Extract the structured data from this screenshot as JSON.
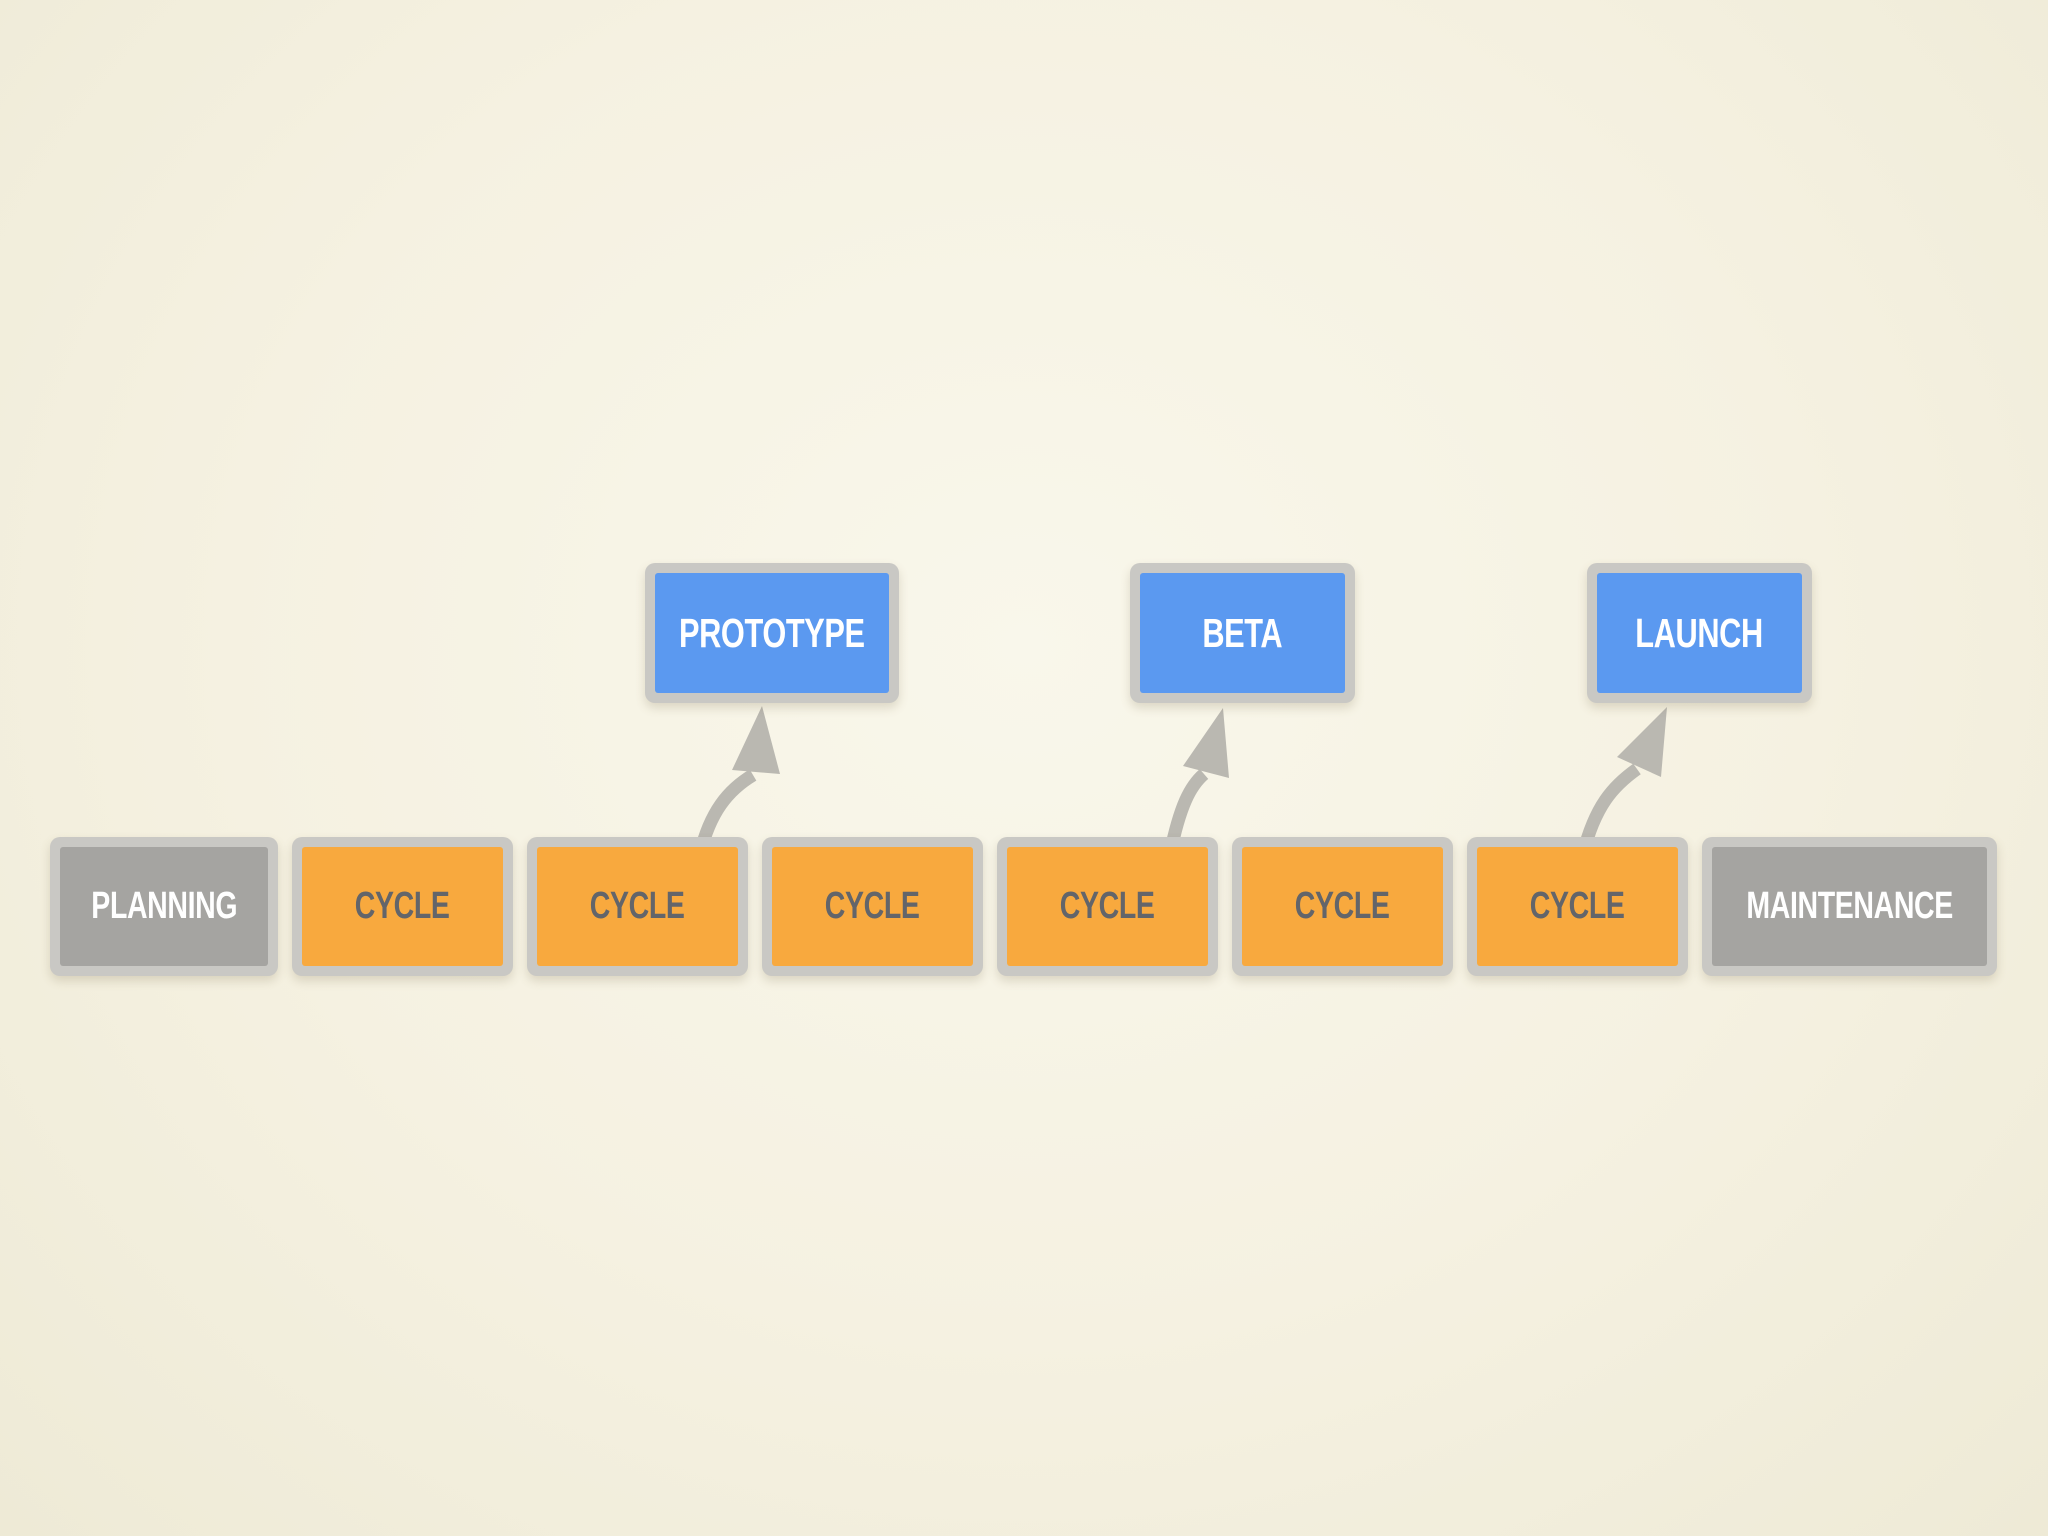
{
  "colors": {
    "bg_center": "#f9f7eb",
    "bg_mid": "#f5f1e1",
    "bg_edge": "#eeead6",
    "frame": "#c9c8c4",
    "milestone_fill": "#5b99f0",
    "cycle_fill": "#f8a93e",
    "phase_fill": "#a5a4a1",
    "arrow": "#bab8b1",
    "cycle_text": "#63656a",
    "light_text": "#ffffff"
  },
  "milestones": [
    {
      "label": "PROTOTYPE"
    },
    {
      "label": "BETA"
    },
    {
      "label": "LAUNCH"
    }
  ],
  "timeline": [
    {
      "label": "PLANNING",
      "kind": "phase"
    },
    {
      "label": "CYCLE",
      "kind": "cycle"
    },
    {
      "label": "CYCLE",
      "kind": "cycle"
    },
    {
      "label": "CYCLE",
      "kind": "cycle"
    },
    {
      "label": "CYCLE",
      "kind": "cycle"
    },
    {
      "label": "CYCLE",
      "kind": "cycle"
    },
    {
      "label": "CYCLE",
      "kind": "cycle"
    },
    {
      "label": "MAINTENANCE",
      "kind": "phase"
    }
  ],
  "arrows": [
    {
      "from_timeline_index": 2,
      "to_milestone": "PROTOTYPE"
    },
    {
      "from_timeline_index": 4,
      "to_milestone": "BETA"
    },
    {
      "from_timeline_index": 6,
      "to_milestone": "LAUNCH"
    }
  ]
}
